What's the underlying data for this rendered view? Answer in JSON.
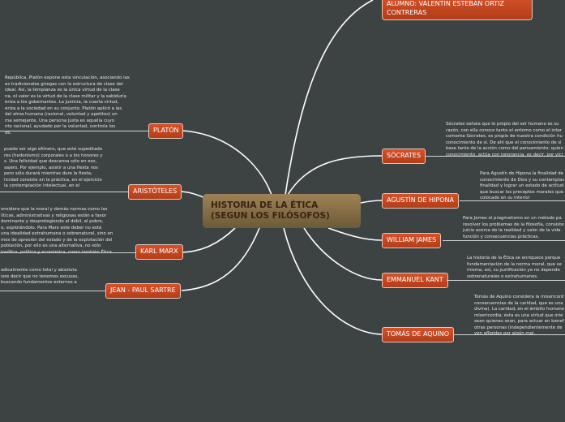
{
  "central": {
    "line1": "HISTORIA DE LA ÉTICA",
    "line2": "(SEGUN LOS FILÓSOFOS)"
  },
  "author": {
    "line1": "ALUMNO: VALENTIN ESTEBAN ORTIZ",
    "line2": "CONTRERAS"
  },
  "colors": {
    "background": "#3d4343",
    "node": "#c4461f",
    "central": "#8a7049",
    "link": "#ffffff"
  },
  "left": [
    {
      "label": "PLATÓN",
      "lines": [
        "República, Platón expone esta vinculación, asociando las",
        "es tradicionales griegas con la estructura de clase del",
        "ideal. Así, la templanza es la única virtud de la clase",
        "na, el valor es la virtud de la clase militar y la sabiduría",
        "eriza a los gobernantes. La justicia, la cuarta virtud,",
        "eriza a la sociedad en su conjunto. Platón aplicó a las",
        "del alma humana (racional, voluntad y apetitos) un",
        "ma semejante. Una persona justa es aquella cuyo",
        "nto racional, ayudado por la voluntad, controla los",
        "os."
      ]
    },
    {
      "label": "ARISTÓTELES",
      "lines": [
        "puede ser algo efímero, que esté supeditado",
        "res (hedonismo) corporales o a los honores y",
        "s. Una felicidad que descansa sólo en eso,",
        "sajero. Por ejemplo, asistir a una fiesta nos",
        "pero sólo durará mientras dure la fiesta,",
        "licidad consiste en la práctica, en el ejercicio",
        "la contemplación intelectual, en el"
      ]
    },
    {
      "label": "KARL MARX",
      "lines": [
        "onsidera que la moral y demás normas como las",
        "líticas, administrativas y religiosas están a favor",
        "dominante y desprotegiendo al débil, al pobre,",
        "o, explotándolo.  Para Marx este deber no está",
        "una idealidad extrahumana o sobrenatural, sino en",
        "mos de opresión del estado y de la explotación del",
        "población, por ello es una alternativa, no sólo",
        "losófica, política y económica, como también Ética."
      ]
    },
    {
      "label": "JEAN - PAUL SARTRE",
      "lines": [
        "adicalmente como total y absoluta",
        "iere decir que no tenemos excusas,",
        "buscando fundamentos externos a"
      ]
    }
  ],
  "right": [
    {
      "label": "SÓCRATES",
      "lines": [
        "Sócrates señala que lo propio del ser humano es su",
        "razón, con ella conoce tanto el entorno como el inter",
        "comenta Sócrates, es propio de nuestra condición hu",
        "conocimiento de sí. De ahí que el conocimiento de sí",
        "base tanto de la acción como del pensamiento; quien",
        "conocimiento, actúa con ignorancia, es decir, por vici"
      ]
    },
    {
      "label": "AGUSTÍN DE HIPONA",
      "lines": [
        "Para Agustín de Hipona la finalidad de",
        "conocimiento de Dios y su contemplac",
        "finalidad y lograr un estado de actitud",
        "que buscar los preceptos morales que",
        "colocado en su interior"
      ]
    },
    {
      "label": "WILLIAM JAMES",
      "lines": [
        "Para James el pragmatismo en un método pa",
        "resolver los problemas de la filosofía, consiste",
        "juicio acerca de la realidad y valor de la vida",
        "función y consecuencias prácticas."
      ]
    },
    {
      "label": "EMMANUEL KANT",
      "lines": [
        "La historia de la Ética se enriquece porque",
        "fundamentación de la norma moral, que se",
        "misma; así, su justificación ya no depende",
        "sobrenaturales o extrahumanos."
      ]
    },
    {
      "label": "TOMÁS DE AQUINO",
      "lines": [
        "Tomás de Aquino considera la misericord",
        "consecuencias de la caridad, que es una",
        "divina). La caridad, en el ámbito humano",
        "misericordia; ésta es una virtud que orie",
        "sean quienes sean, para actuar en benef",
        "otras personas (independientemente de",
        "ven afligidas por algún mal."
      ]
    }
  ]
}
